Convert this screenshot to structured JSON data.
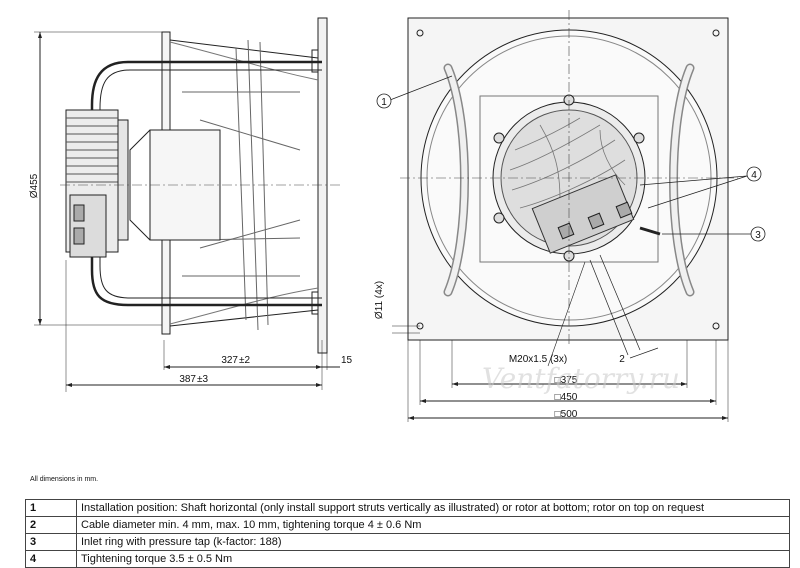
{
  "drawing": {
    "dimensions": {
      "diameter": "Ø455",
      "depth_327": "327",
      "depth_327_tol": "±2",
      "depth_387": "387",
      "depth_387_tol": "±3",
      "flange": "15",
      "holes": "Ø11 (4x)",
      "thread": "M20x1.5 (3x)",
      "sq_375": "□375",
      "sq_450": "□450",
      "sq_500": "□500"
    },
    "callouts": [
      "1",
      "2",
      "3",
      "4"
    ],
    "watermark": "Ventfatorry.ru"
  },
  "note": "All dimensions in mm.",
  "legend": [
    {
      "num": "1",
      "text": "Installation position: Shaft horizontal (only install support struts vertically as illustrated) or rotor at bottom; rotor on top on request"
    },
    {
      "num": "2",
      "text": "Cable diameter min. 4 mm, max. 10 mm, tightening torque 4 ± 0.6 Nm"
    },
    {
      "num": "3",
      "text": "Inlet ring with pressure tap (k-factor: 188)"
    },
    {
      "num": "4",
      "text": "Tightening torque 3.5 ± 0.5 Nm"
    }
  ]
}
